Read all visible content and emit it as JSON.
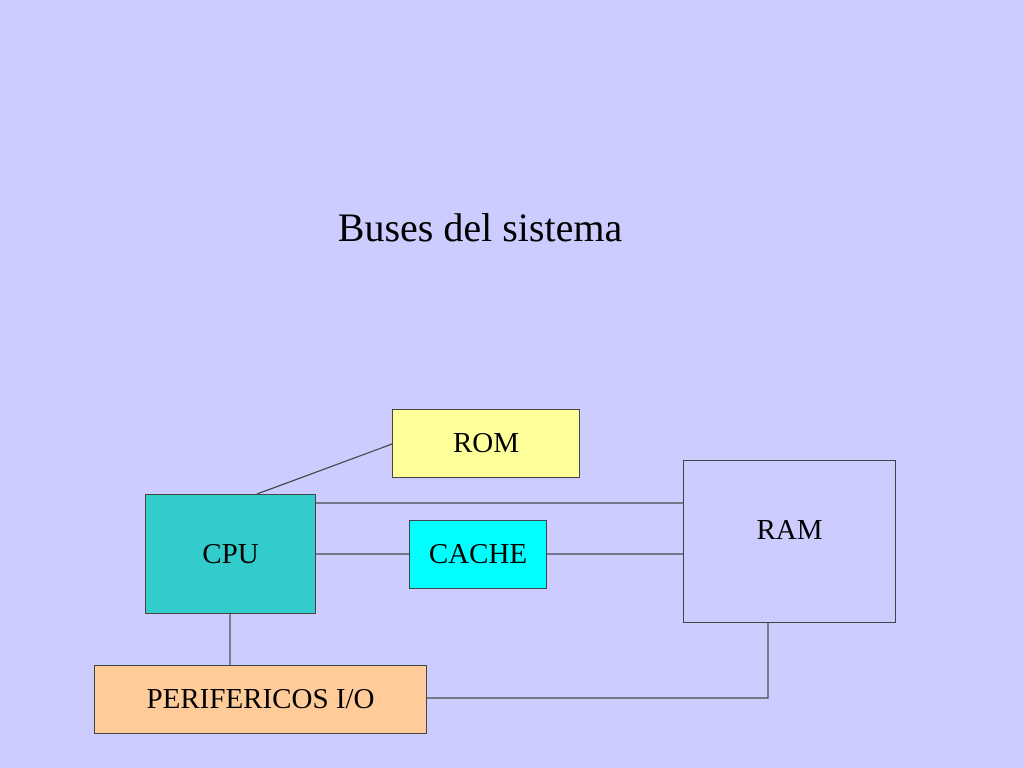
{
  "slide": {
    "title": "Buses del sistema"
  },
  "components": {
    "rom": {
      "label": "ROM",
      "color": "#ffff99"
    },
    "cpu": {
      "label": "CPU",
      "color": "#33cccc"
    },
    "cache": {
      "label": "CACHE",
      "color": "#00ffff"
    },
    "ram": {
      "label": "RAM",
      "color": "#ccccff"
    },
    "perifericos": {
      "label": "PERIFERICOS I/O",
      "color": "#ffcc99"
    }
  },
  "connections": [
    {
      "from": "cpu",
      "to": "rom"
    },
    {
      "from": "cpu",
      "to": "ram"
    },
    {
      "from": "cpu",
      "to": "cache"
    },
    {
      "from": "cache",
      "to": "ram"
    },
    {
      "from": "cpu",
      "to": "perifericos"
    },
    {
      "from": "perifericos",
      "to": "ram"
    }
  ],
  "colors": {
    "background": "#ccccff",
    "line": "#444444"
  }
}
